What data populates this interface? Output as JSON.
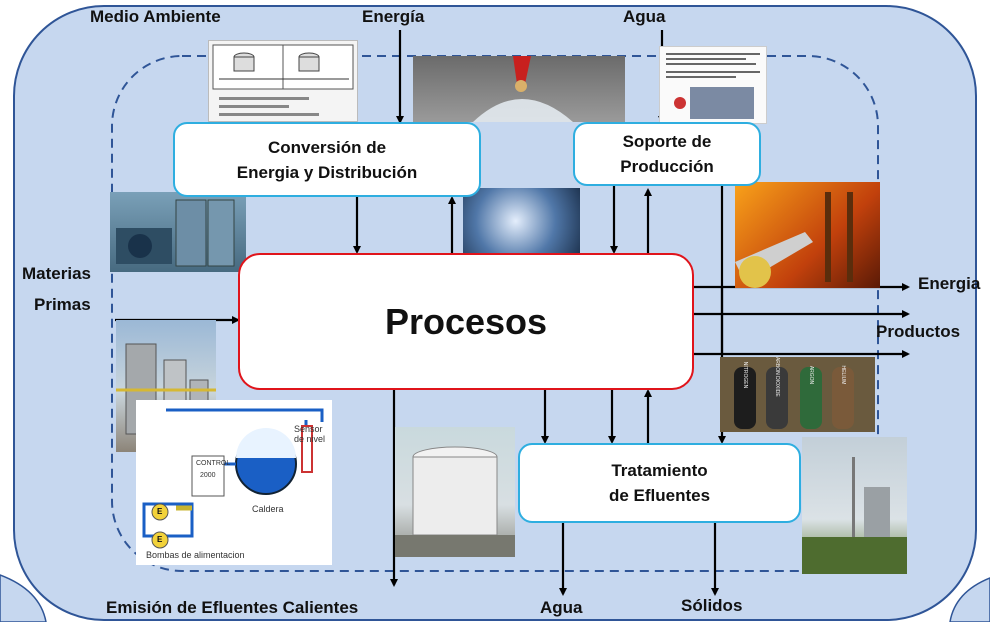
{
  "inputs": {
    "medio_ambiente": "Medio Ambiente",
    "energia": "Energía",
    "agua": "Agua",
    "materias_primas_1": "Materias",
    "materias_primas_2": "Primas"
  },
  "boxes": {
    "conversion_line1": "Conversión de",
    "conversion_line2": "Energia y Distribución",
    "soporte_line1": "Soporte de",
    "soporte_line2": "Producción",
    "procesos": "Procesos",
    "tratamiento_line1": "Tratamiento",
    "tratamiento_line2": "de Efluentes"
  },
  "outputs": {
    "energia": "Energia",
    "productos": "Productos",
    "emision": "Emisión de Efluentes Calientes",
    "agua": "Agua",
    "solidos": "Sólidos"
  },
  "boiler_diagram": {
    "sensor": "Sensor de nivel",
    "control": "CONTROL",
    "control_value": "2000",
    "caldera": "Caldera",
    "bombas": "Bombas de alimentacion",
    "pump_label": "E"
  },
  "cylinders": [
    "NITROGEN",
    "CARBON DIOXIDE",
    "ARGON",
    "HELIUM"
  ],
  "colors": {
    "background_region": "#c6d7ef",
    "region_border": "#2f5597",
    "box_border": "#2eaee0",
    "process_border": "#e0141b"
  }
}
